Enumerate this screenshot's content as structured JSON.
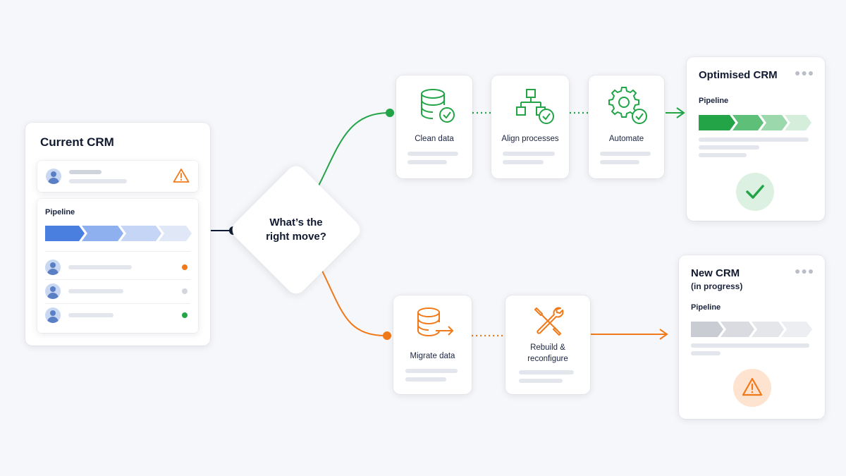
{
  "current_crm": {
    "title": "Current CRM",
    "pipeline_label": "Pipeline"
  },
  "decision": {
    "question_line1": "What’s the",
    "question_line2": "right move?"
  },
  "optimise_path": {
    "steps": [
      {
        "label": "Clean data",
        "icon": "database-check-icon"
      },
      {
        "label": "Align processes",
        "icon": "flowchart-check-icon"
      },
      {
        "label": "Automate",
        "icon": "gear-check-icon"
      }
    ],
    "result": {
      "title": "Optimised CRM",
      "pipeline_label": "Pipeline",
      "status_icon": "checkmark-icon"
    }
  },
  "new_path": {
    "steps": [
      {
        "label": "Migrate data",
        "icon": "database-arrow-icon"
      },
      {
        "label_line1": "Rebuild &",
        "label_line2": "reconfigure",
        "icon": "tools-icon"
      }
    ],
    "result": {
      "title": "New CRM",
      "subtitle": "(in progress)",
      "pipeline_label": "Pipeline",
      "status_icon": "warning-icon"
    }
  },
  "colors": {
    "green": "#22a447",
    "orange": "#f07a1a",
    "navy": "#0f1b33",
    "blue": "#4a7fe0"
  }
}
